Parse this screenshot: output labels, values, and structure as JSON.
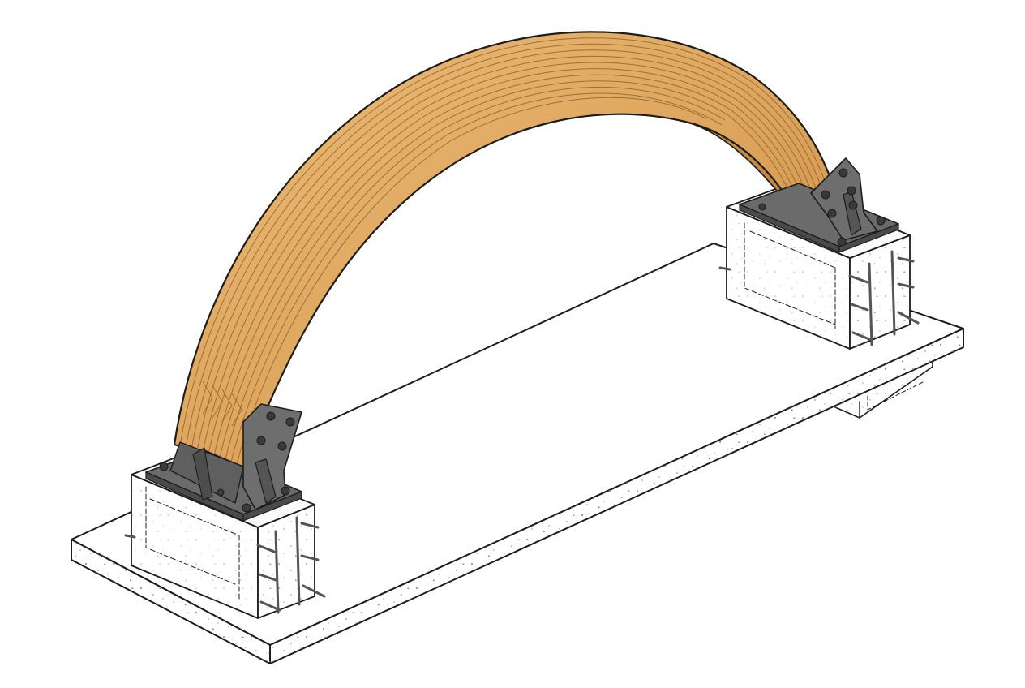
{
  "figure": {
    "subject": "glulam-arch-on-concrete-foundations",
    "view": "isometric-line-illustration",
    "has_text_labels": false
  },
  "colors": {
    "background": "#ffffff",
    "outline": "#1c1c1c",
    "glulam_light": "#e7b46f",
    "glulam_mid": "#d9a15a",
    "glulam_dark": "#b97a36",
    "grain_lines": "#8a5a26",
    "steel_plate": "#6b6b6b",
    "steel_dark": "#4a4a4a",
    "concrete_face": "#ffffff",
    "concrete_speckle": "#8c8c8c",
    "rebar": "#9a9a9a"
  },
  "parts": [
    {
      "id": "foundation-slab",
      "material": "concrete"
    },
    {
      "id": "pier-left",
      "material": "concrete"
    },
    {
      "id": "pier-right",
      "material": "concrete"
    },
    {
      "id": "glulam-arch",
      "material": "laminated-timber",
      "laminations": 14
    },
    {
      "id": "bracket-left",
      "material": "steel"
    },
    {
      "id": "bracket-right",
      "material": "steel"
    },
    {
      "id": "anchor-rebar",
      "material": "steel"
    },
    {
      "id": "underside-beam",
      "material": "concrete"
    }
  ]
}
